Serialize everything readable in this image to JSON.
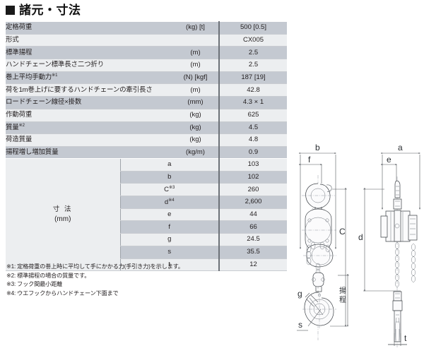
{
  "header": {
    "bullet_icon": "filled-square-icon",
    "title": "諸元・寸法"
  },
  "spec_table": {
    "rows": [
      {
        "label": "定格荷重",
        "note": "",
        "unit": "(kg) [t]",
        "value": "500 [0.5]"
      },
      {
        "label": "形式",
        "note": "",
        "unit": "",
        "value": "CX005"
      },
      {
        "label": "標準揚程",
        "note": "",
        "unit": "(m)",
        "value": "2.5"
      },
      {
        "label": "ハンドチェーン標準長さ二つ折り",
        "note": "",
        "unit": "(m)",
        "value": "2.5"
      },
      {
        "label": "巻上平均手動力",
        "note": "※1",
        "unit": "(N) [kgf]",
        "value": "187 [19]"
      },
      {
        "label": "荷を1m巻上げに要するハンドチェーンの牽引長さ",
        "note": "",
        "unit": "(m)",
        "value": "42.8"
      },
      {
        "label": "ロードチェーン線径×掛数",
        "note": "",
        "unit": "(mm)",
        "value": "4.3 × 1"
      },
      {
        "label": "作動荷重",
        "note": "",
        "unit": "(kg)",
        "value": "625"
      },
      {
        "label": "質量",
        "note": "※2",
        "unit": "(kg)",
        "value": "4.5"
      },
      {
        "label": "荷造質量",
        "note": "",
        "unit": "(kg)",
        "value": "4.8"
      },
      {
        "label": "揚程増し増加質量",
        "note": "",
        "unit": "(kg/m)",
        "value": "0.9"
      }
    ]
  },
  "dimensions": {
    "head_label": "寸 法",
    "head_unit": "(mm)",
    "rows": [
      {
        "name": "a",
        "note": "",
        "value": "103"
      },
      {
        "name": "b",
        "note": "",
        "value": "102"
      },
      {
        "name": "C",
        "note": "※3",
        "value": "260"
      },
      {
        "name": "d",
        "note": "※4",
        "value": "2,600"
      },
      {
        "name": "e",
        "note": "",
        "value": "44"
      },
      {
        "name": "f",
        "note": "",
        "value": "66"
      },
      {
        "name": "g",
        "note": "",
        "value": "24.5"
      },
      {
        "name": "s",
        "note": "",
        "value": "35.5"
      },
      {
        "name": "t",
        "note": "",
        "value": "12"
      }
    ]
  },
  "footnotes": {
    "line1": "※1: 定格荷重の巻上時に平均して手にかかる力(手引き力)を示します。",
    "line2": "※2: 標準揚程の場合の質量です。",
    "line3": "※3: フック間最小距離",
    "line4": "※4: ウエフックからハンドチェーン下面まで"
  },
  "diagram": {
    "title": "chain-hoist-dimension-drawing",
    "labels": {
      "b": "b",
      "f": "f",
      "a": "a",
      "e": "e",
      "C": "C",
      "d": "d",
      "g": "g",
      "s": "s",
      "t": "t",
      "lift_height": "揚程"
    }
  },
  "colors": {
    "row_dark": "#c4c9d1",
    "row_light": "#eceef0",
    "divider": "#6d7278",
    "text": "#231f20",
    "background": "#ffffff"
  }
}
